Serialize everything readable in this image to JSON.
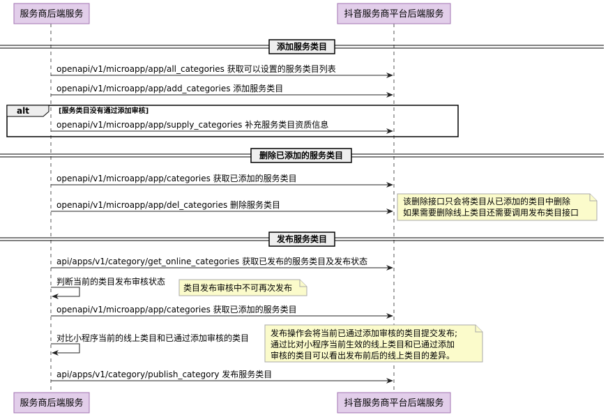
{
  "participants": {
    "a": "服务商后端服务",
    "b": "抖音服务商平台后端服务"
  },
  "dividers": {
    "d1": "添加服务类目",
    "d2": "删除已添加的服务类目",
    "d3": "发布服务类目"
  },
  "alt": {
    "label": "alt",
    "condition": "[服务类目没有通过添加审核]"
  },
  "messages": {
    "m1": "openapi/v1/microapp/app/all_categories 获取可以设置的服务类目列表",
    "m2": "openapi/v1/microapp/app/add_categories 添加服务类目",
    "m3": "openapi/v1/microapp/app/supply_categories 补充服务类目资质信息",
    "m4": "openapi/v1/microapp/app/categories 获取已添加的服务类目",
    "m5": "openapi/v1/microapp/app/del_categories 删除服务类目",
    "m6": "api/apps/v1/category/get_online_categories 获取已发布的服务类目及发布状态",
    "m7": "判断当前的类目发布审核状态",
    "m8": "openapi/v1/microapp/app/categories 获取已添加的服务类目",
    "m9": "对比小程序当前的线上类目和已通过添加审核的类目",
    "m10": "api/apps/v1/category/publish_category 发布服务类目"
  },
  "notes": {
    "n1": [
      "该删除接口只会将类目从已添加的类目中删除",
      "如果需要删除线上类目还需要调用发布类目接口"
    ],
    "n2": [
      "类目发布审核中不可再次发布"
    ],
    "n3": [
      "发布操作会将当前已通过添加审核的类目提交发布;",
      "通过比对小程序当前生效的线上类目和已通过添加",
      "审核的类目可以看出发布前后的线上类目的差异。"
    ]
  }
}
